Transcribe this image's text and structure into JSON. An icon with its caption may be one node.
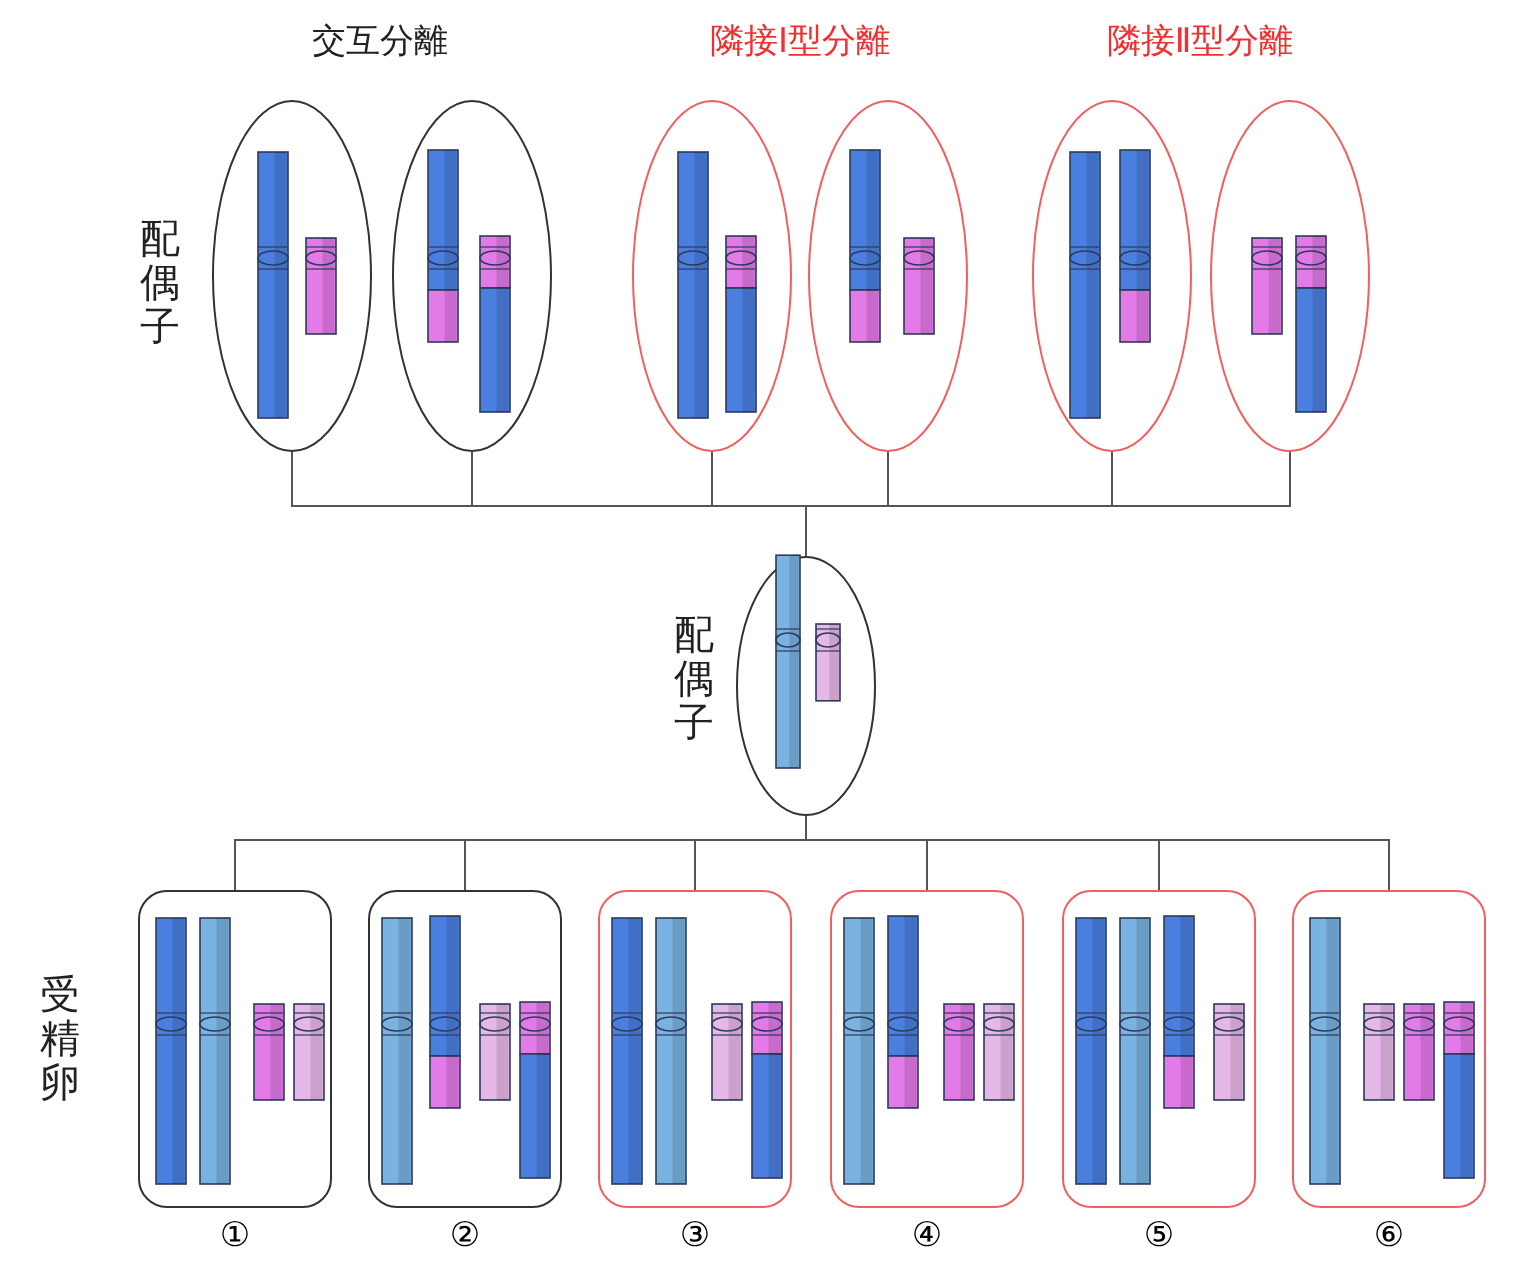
{
  "diagram": {
    "nodes": [
      {
        "text": [],
        "shape": "circle"
      },
      {
        "text": [],
        "shape": "circle"
      },
      {
        "text": [],
        "shape": "circle"
      },
      {
        "text": [],
        "shape": "circle"
      },
      {
        "text": [],
        "shape": "circle"
      },
      {
        "text": [],
        "shape": "circle"
      },
      {
        "text": [],
        "shape": "circle"
      },
      {
        "text": [],
        "shape": "box",
        "beside": [
          "①"
        ]
      },
      {
        "text": [],
        "shape": "box",
        "beside": [
          "②"
        ]
      },
      {
        "text": [],
        "shape": "box",
        "beside": [
          "③"
        ]
      },
      {
        "text": [],
        "shape": "box",
        "beside": [
          "④"
        ]
      },
      {
        "text": [],
        "shape": "box",
        "beside": [
          "⑤"
        ]
      },
      {
        "text": [],
        "shape": "box",
        "beside": [
          "⑥"
        ]
      }
    ],
    "edges": [
      {
        "from": 0,
        "to": 6,
        "arrow": "none"
      },
      {
        "from": 1,
        "to": 6,
        "arrow": "none"
      },
      {
        "from": 2,
        "to": 6,
        "arrow": "none"
      },
      {
        "from": 3,
        "to": 6,
        "arrow": "none"
      },
      {
        "from": 4,
        "to": 6,
        "arrow": "none"
      },
      {
        "from": 5,
        "to": 6,
        "arrow": "none"
      },
      {
        "from": 6,
        "to": 7,
        "arrow": "none"
      },
      {
        "from": 6,
        "to": 8,
        "arrow": "none"
      },
      {
        "from": 6,
        "to": 9,
        "arrow": "none"
      },
      {
        "from": 6,
        "to": 10,
        "arrow": "none"
      },
      {
        "from": 6,
        "to": 11,
        "arrow": "none"
      },
      {
        "from": 6,
        "to": 12,
        "arrow": "none"
      }
    ],
    "labels": [
      "交互分離",
      "隣接Ⅰ型分離",
      "隣接Ⅱ型分離",
      "配偶子",
      "配偶子",
      "受精卵"
    ]
  }
}
